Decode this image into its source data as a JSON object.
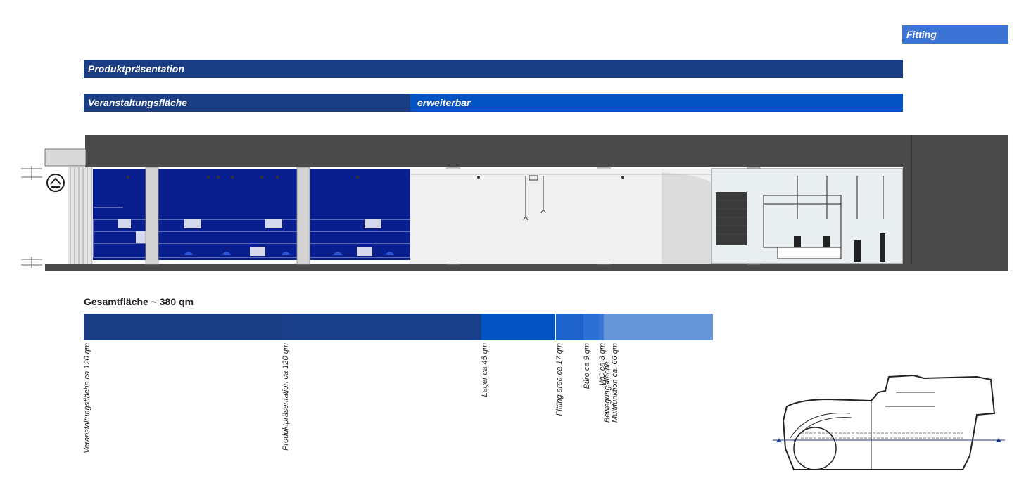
{
  "header": {
    "fitting_label": "Fitting"
  },
  "bands": {
    "produkt": "Produktpräsentation",
    "veranstaltung": "Veranstaltungsfläche",
    "erweiterbar": "erweiterbar"
  },
  "colors": {
    "dark_blue": "#1b3d84",
    "mid_blue": "#0353c3",
    "light_blue": "#6695d9",
    "fitting_blue": "#3c74d6",
    "wall_gray": "#4a4a4a",
    "display_blue": "#0a1f8f"
  },
  "area": {
    "title": "Gesamtfläche ~ 380 qm",
    "segments": [
      {
        "label": "Veranstaltungsfläche ca 120 qm",
        "qm": 120,
        "color": "#1b3d84"
      },
      {
        "label": "Produktpräsentation ca 120 qm",
        "qm": 120,
        "color": "#1a3f8a"
      },
      {
        "label": "Lager ca 45 qm",
        "qm": 45,
        "color": "#0353c3"
      },
      {
        "label": "Fitting area ca 17 qm",
        "qm": 17,
        "color": "#1e63cc"
      },
      {
        "label": "Büro ca 9 qm",
        "qm": 9,
        "color": "#2b6fd4"
      },
      {
        "label": "WC ca 3 qm",
        "qm": 3,
        "color": "#3a78d8"
      },
      {
        "label": "Bewegungsfläche\nMultifunktion ca. 66 qm",
        "qm": 66,
        "color": "#6695d9"
      }
    ]
  }
}
